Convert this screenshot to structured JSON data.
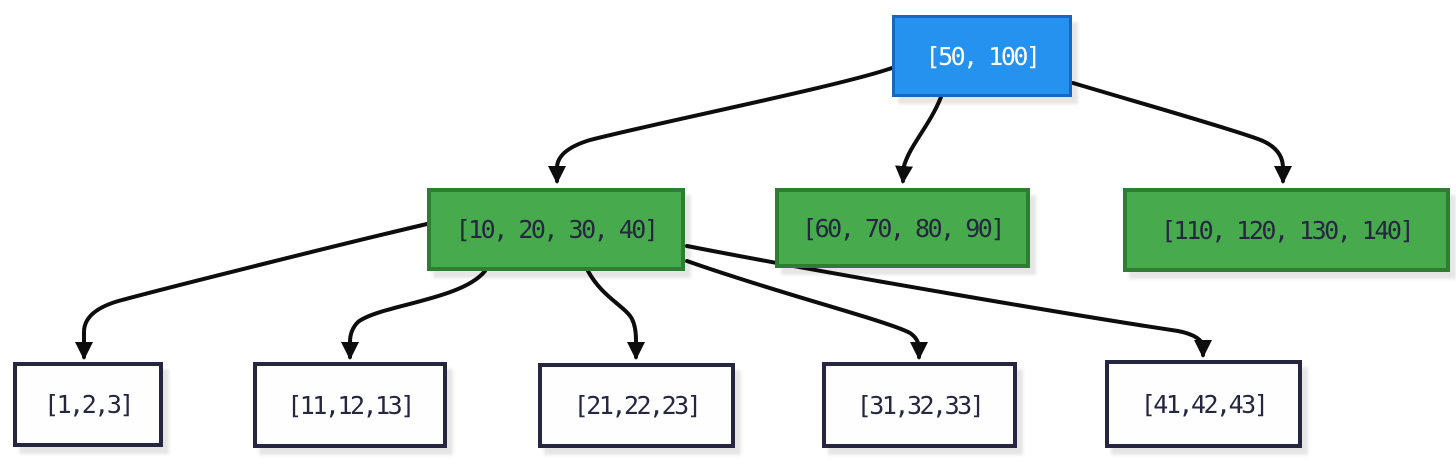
{
  "figure": {
    "type": "b-tree-diagram",
    "description": "B-tree with root, three internal nodes and five leaf nodes"
  },
  "tree": {
    "root": {
      "id": "root",
      "label": "[50, 100]"
    },
    "internal": [
      {
        "id": "internal-0",
        "label": "[10, 20, 30, 40]"
      },
      {
        "id": "internal-1",
        "label": "[60, 70, 80, 90]"
      },
      {
        "id": "internal-2",
        "label": "[110, 120, 130, 140]"
      }
    ],
    "leaves": [
      {
        "id": "leaf-0",
        "label": "[1,2,3]"
      },
      {
        "id": "leaf-1",
        "label": "[11,12,13]"
      },
      {
        "id": "leaf-2",
        "label": "[21,22,23]"
      },
      {
        "id": "leaf-3",
        "label": "[31,32,33]"
      },
      {
        "id": "leaf-4",
        "label": "[41,42,43]"
      }
    ],
    "edges": [
      {
        "from": "root",
        "to": "internal-0"
      },
      {
        "from": "root",
        "to": "internal-1"
      },
      {
        "from": "root",
        "to": "internal-2"
      },
      {
        "from": "internal-0",
        "to": "leaf-0"
      },
      {
        "from": "internal-0",
        "to": "leaf-1"
      },
      {
        "from": "internal-0",
        "to": "leaf-2"
      },
      {
        "from": "internal-0",
        "to": "leaf-3"
      },
      {
        "from": "internal-0",
        "to": "leaf-4"
      }
    ]
  },
  "colors": {
    "root_fill": "#2492EE",
    "root_border": "#1767C2",
    "internal_fill": "#47AB4D",
    "internal_border": "#2E7D32",
    "leaf_fill": "#FEFEFE",
    "leaf_border": "#262640",
    "text_dark": "#262640",
    "text_light": "#FFFFFF",
    "edge": "#0D0D0D",
    "canvas_bg": "#FFFFFF"
  }
}
